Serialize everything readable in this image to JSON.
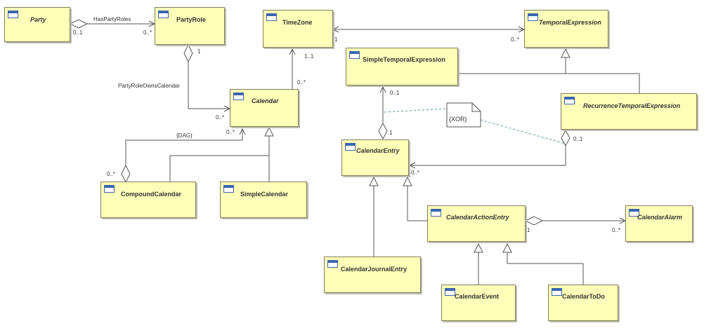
{
  "classes": {
    "party": {
      "name": "Party",
      "abstract": true
    },
    "party_role": {
      "name": "PartyRole",
      "abstract": false
    },
    "time_zone": {
      "name": "TimeZone",
      "abstract": false
    },
    "temporal_expression": {
      "name": "TemporalExpression",
      "abstract": true
    },
    "simple_temporal_expression": {
      "name": "SimpleTemporalExpression",
      "abstract": false
    },
    "recurrence_temporal_expression": {
      "name": "RecurrenceTemporalExpression",
      "abstract": true
    },
    "calendar": {
      "name": "Calendar",
      "abstract": true
    },
    "calendar_entry": {
      "name": "CalendarEntry",
      "abstract": true
    },
    "compound_calendar": {
      "name": "CompoundCalendar",
      "abstract": false
    },
    "simple_calendar": {
      "name": "SimpleCalendar",
      "abstract": false
    },
    "calendar_action_entry": {
      "name": "CalendarActionEntry",
      "abstract": true
    },
    "calendar_alarm": {
      "name": "CalendarAlarm",
      "abstract": true
    },
    "calendar_journal_entry": {
      "name": "CalendarJournalEntry",
      "abstract": false
    },
    "calendar_event": {
      "name": "CalendarEvent",
      "abstract": false
    },
    "calendar_todo": {
      "name": "CalendarToDo",
      "abstract": false
    }
  },
  "labels": {
    "has_party_roles": "HasPartyRoles",
    "party_role_owns_calendar": "PartyRoleOwnsCalendar",
    "dag": "{DAG}"
  },
  "multiplicities": {
    "party_side": "0..1",
    "party_role_side": "0..*",
    "party_role_one": "1",
    "calendar_from_role": "0..*",
    "calendar_tz": "0..*",
    "tz_one_one": "1..1",
    "tz_one": "1",
    "temporal_many": "0..*",
    "dag_many": "0..*",
    "compound_many": "0..*",
    "ste_zero_one": "0..1",
    "entry_one": "1",
    "rte_zero_one": "0..1",
    "entry_many": "0..*",
    "action_one": "1",
    "alarm_many": "0..*"
  },
  "note": {
    "text": "{XOR}"
  }
}
